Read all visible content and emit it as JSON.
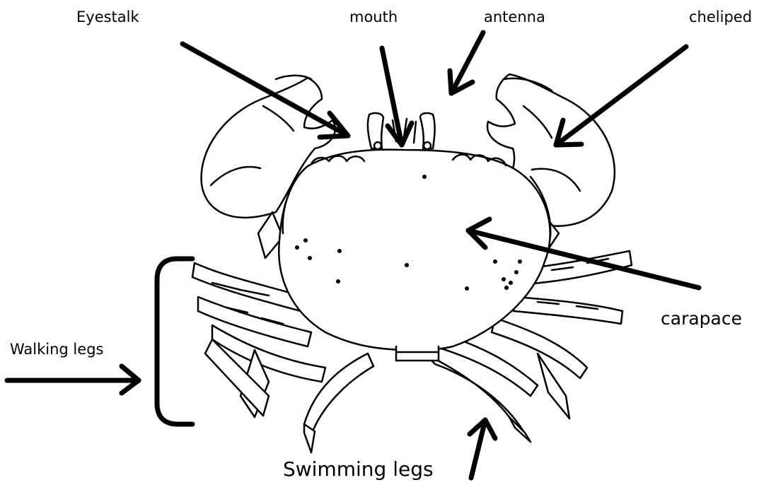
{
  "labels": {
    "eyestalk": "Eyestalk",
    "mouth": "mouth",
    "antenna": "antenna",
    "cheliped": "cheliped",
    "carapace": "carapace",
    "walking_legs": "Walking legs",
    "swimming_legs": "Swimming legs"
  },
  "colors": {
    "ink": "#000000",
    "paper": "#ffffff"
  }
}
